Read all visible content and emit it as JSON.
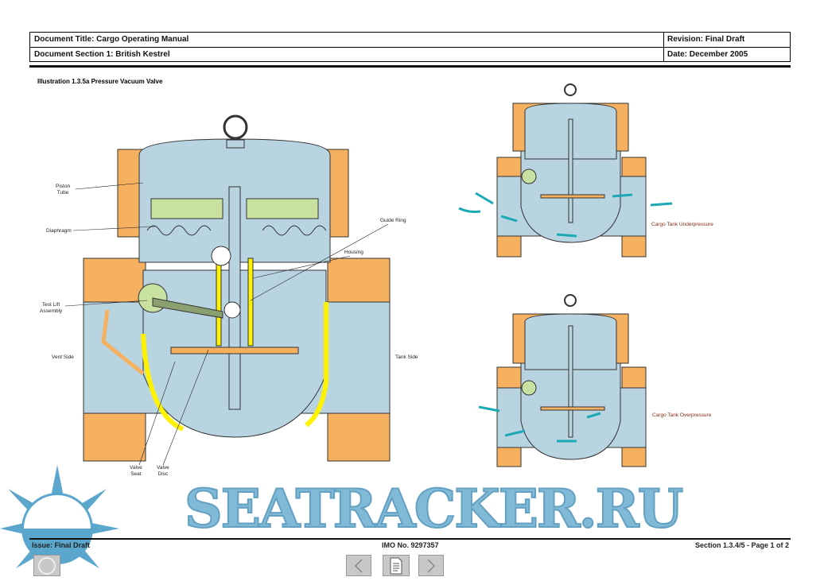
{
  "header": {
    "doc_title": "Document Title: Cargo Operating Manual",
    "doc_section": "Document Section 1: British Kestrel",
    "revision": "Revision: Final Draft",
    "date": "Date: December 2005"
  },
  "illustration": {
    "title": "Illustration 1.3.5a Pressure Vacuum Valve",
    "labels": {
      "piston_tube": "Piston\nTube",
      "diaphragm": "Diaphragm",
      "test_lift": "Test Lift\nAssembly",
      "vent_side": "Vent Side",
      "tank_side": "Tank Side",
      "guide_ring": "Guide Ring",
      "housing": "Housing",
      "valve_seat": "Valve\nSeat",
      "valve_disc": "Valve\nDisc",
      "underpressure": "Cargo Tank Underpressure",
      "overpressure": "Cargo Tank Overpressure"
    }
  },
  "watermark": "SEATRACKER.RU",
  "footer": {
    "issue": "Issue: Final Draft",
    "imo": "IMO No. 9297357",
    "page": "Section 1.3.4/5  -  Page 1 of 2"
  },
  "colors": {
    "flange": "#f5b060",
    "body": "#b8d4e0",
    "seat": "#fff200",
    "arrow": "#1aa9b5",
    "green": "#c8e0a0"
  }
}
